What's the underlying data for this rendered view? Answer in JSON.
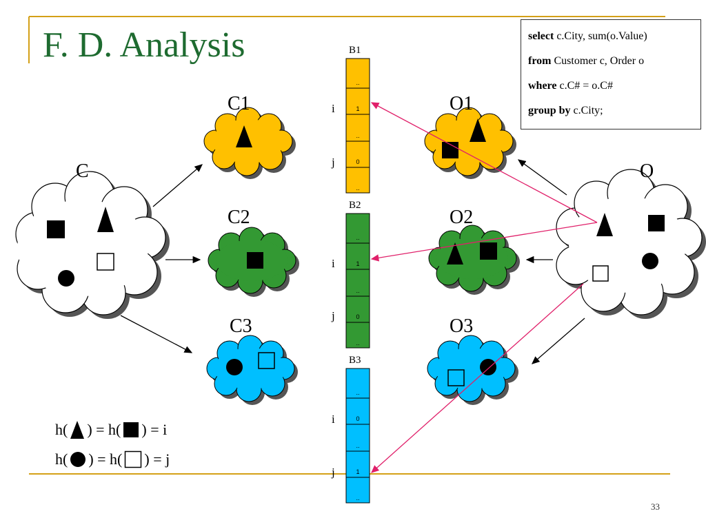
{
  "slide": {
    "title": "F. D. Analysis",
    "page_number": "33"
  },
  "sql": {
    "lines": [
      {
        "keyword": "select",
        "rest": " c.City, sum(o.Value)"
      },
      {
        "keyword": "from",
        "rest": " Customer c, Order o"
      },
      {
        "keyword": "where",
        "rest": " c.C# = o.C#"
      },
      {
        "keyword": "group by",
        "rest": " c.City;"
      }
    ]
  },
  "clouds": {
    "C": "C",
    "C1": "C1",
    "C2": "C2",
    "C3": "C3",
    "O": "O",
    "O1": "O1",
    "O2": "O2",
    "O3": "O3"
  },
  "buckets": {
    "B1": {
      "label": "B1",
      "cells": [
        "..",
        "1",
        "..",
        "0",
        ".."
      ]
    },
    "B2": {
      "label": "B2",
      "cells": [
        "..",
        "1",
        "..",
        "0",
        ".."
      ]
    },
    "B3": {
      "label": "B3",
      "cells": [
        "..",
        "0",
        "..",
        "1",
        ".."
      ]
    }
  },
  "index_labels": {
    "b1_i": "i",
    "b1_j": "j",
    "b2_i": "i",
    "b2_j": "j",
    "b3_i": "i",
    "b3_j": "j"
  },
  "formulas": {
    "f1": {
      "prefix": "h(",
      "mid": ") = h(",
      "suffix": ") = i"
    },
    "f2": {
      "prefix": "h(",
      "mid": ") = h(",
      "suffix": ") = j"
    }
  },
  "colors": {
    "title": "#1e6b30",
    "orange": "#ffc000",
    "green": "#339933",
    "cyan": "#00bfff",
    "rule": "#d4a017",
    "pink_arrow": "#e0206a"
  }
}
